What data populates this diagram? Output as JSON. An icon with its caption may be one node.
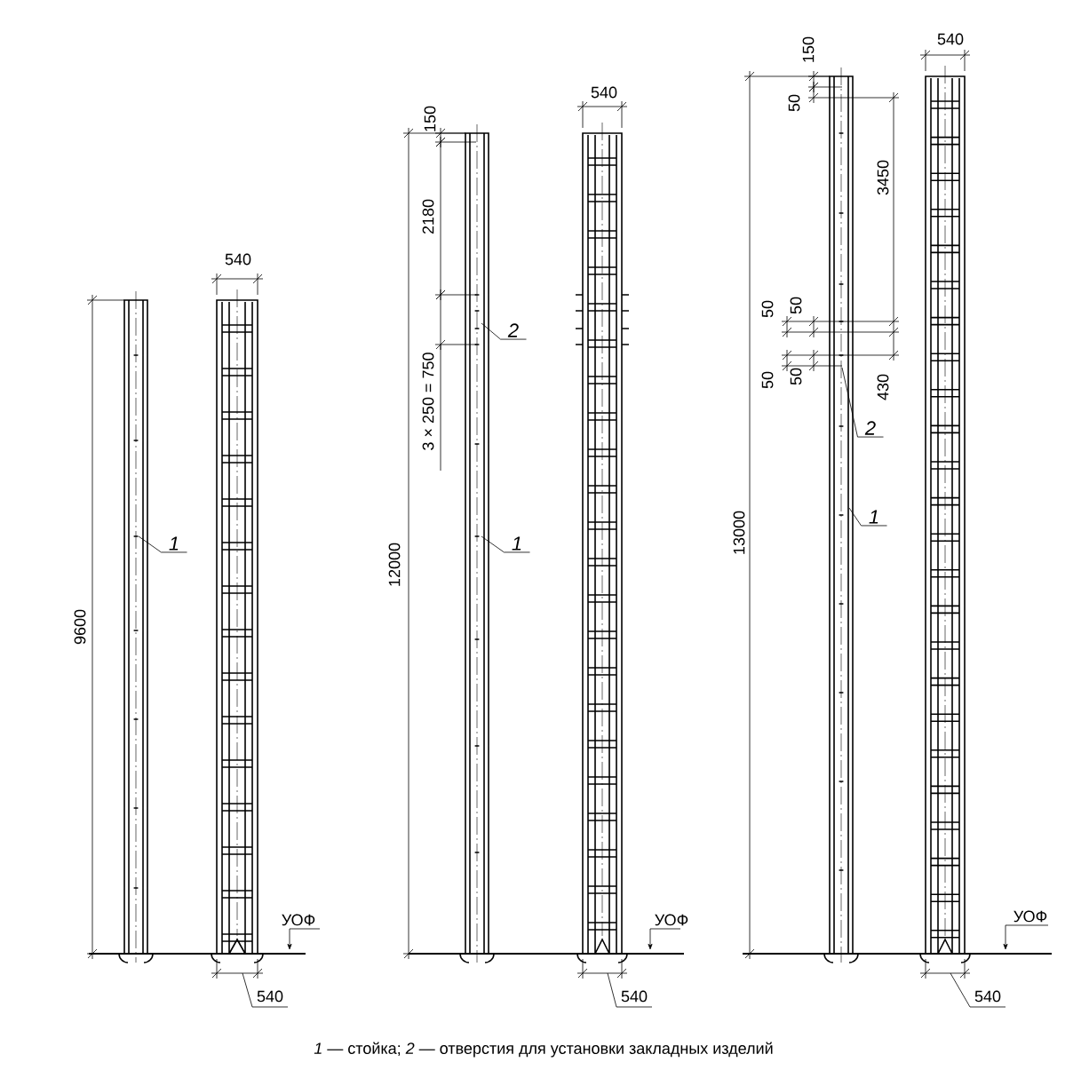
{
  "diagram": {
    "caption": "*1* — стойка; *2* — отверстия для установки закладных изделий",
    "nodes": [
      {
        "text": [
          "1"
        ]
      },
      {
        "text": [
          "2"
        ]
      },
      {
        "text": [
          "1"
        ]
      },
      {
        "text": [
          "2"
        ]
      },
      {
        "text": [
          "1"
        ]
      }
    ],
    "edges": [
      {
        "from": 0,
        "to": null,
        "arrow": "none"
      },
      {
        "from": 1,
        "to": null,
        "arrow": "none"
      },
      {
        "from": 2,
        "to": null,
        "arrow": "none"
      },
      {
        "from": 3,
        "to": null,
        "arrow": "none"
      },
      {
        "from": 4,
        "to": null,
        "arrow": "none"
      }
    ],
    "labels": [
      "540",
      "9600",
      "УОФ",
      "540",
      "150",
      "2180",
      "3 × 250 = 750",
      "12000",
      "540",
      "УОФ",
      "540",
      "150",
      "50",
      "3450",
      "50",
      "50",
      "50",
      "50",
      "430",
      "13000",
      "540",
      "УОФ",
      "540"
    ]
  }
}
